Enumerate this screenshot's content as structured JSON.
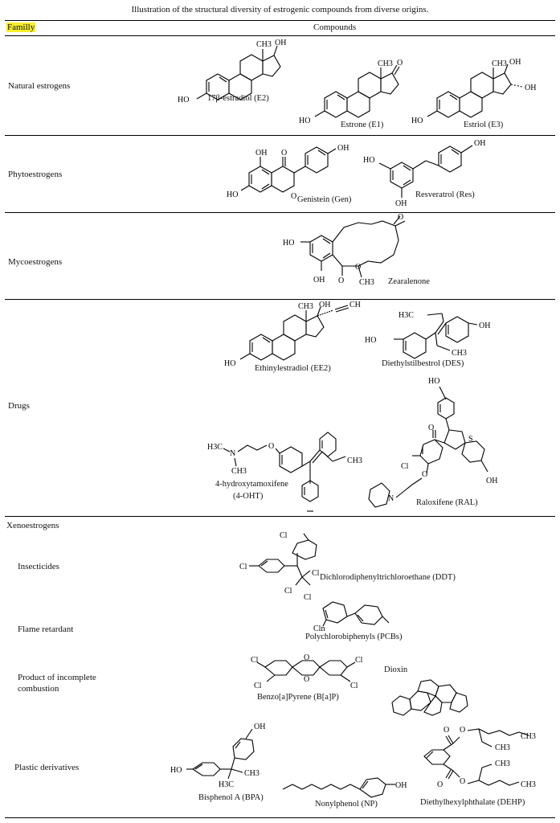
{
  "caption": "Illustration of the structural diversity of estrogenic compounds from diverse origins.",
  "header": {
    "family": "Familly",
    "compounds": "Compounds"
  },
  "rows": {
    "natural": "Natural estrogens",
    "phyto": "Phytoestrogens",
    "myco": "Mycoestrogens",
    "drugs": "Drugs",
    "xeno": "Xenoestrogens",
    "insect": "Insecticides",
    "flame": "Flame retardant",
    "combust": "Product of incomplete combustion",
    "plastic": "Plastic derivatives"
  },
  "compounds": {
    "e2": "17β-estradiol (E2)",
    "e1": "Estrone (E1)",
    "e3": "Estriol (E3)",
    "gen": "Genistein (Gen)",
    "res": "Resveratrol (Res)",
    "zea": "Zearalenone",
    "ee2": "Ethinylestradiol (EE2)",
    "des": "Diethylstilbestrol (DES)",
    "ohtLine1": "4-hydroxytamoxifene",
    "ohtLine2": "(4-OHT)",
    "ral": "Raloxifene (RAL)",
    "ddt": "Dichlorodiphenyltrichloroethane (DDT)",
    "pcb": "Polychlorobiphenyls (PCBs)",
    "dioxin": "Dioxin",
    "bap": "Benzo[a]Pyrene (B[a]P)",
    "bpa": "Bisphenol A (BPA)",
    "np": "Nonylphenol (NP)",
    "dehp": "Diethylhexylphthalate (DEHP)"
  },
  "atoms": {
    "oh": "OH",
    "ho": "HO",
    "o": "O",
    "ch3": "CH3",
    "cl": "Cl",
    "ch": "CH",
    "n": "N",
    "s": "S",
    "h3c": "H3C",
    "cln": "Cln"
  }
}
